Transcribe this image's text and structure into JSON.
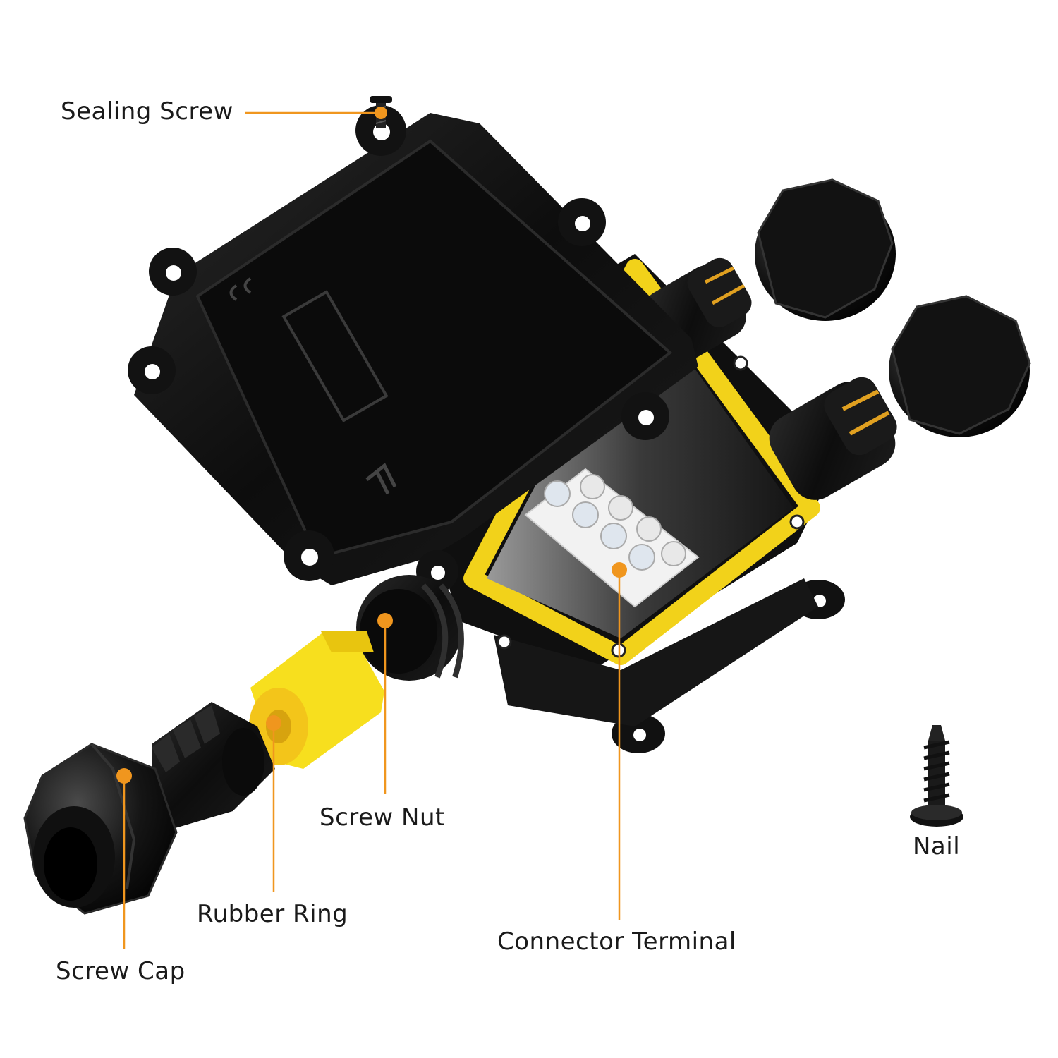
{
  "labels": {
    "sealing_screw": "Sealing Screw",
    "screw_nut": "Screw Nut",
    "rubber_ring": "Rubber Ring",
    "connector_terminal": "Connector Terminal",
    "screw_cap": "Screw Cap",
    "nail": "Nail"
  },
  "colors": {
    "leader_line": "#f0961e",
    "housing": "#111111",
    "gasket": "#f2d21a",
    "rubber_ring": "#f7df1e",
    "terminal": "#eeeeee",
    "background": "#ffffff"
  }
}
